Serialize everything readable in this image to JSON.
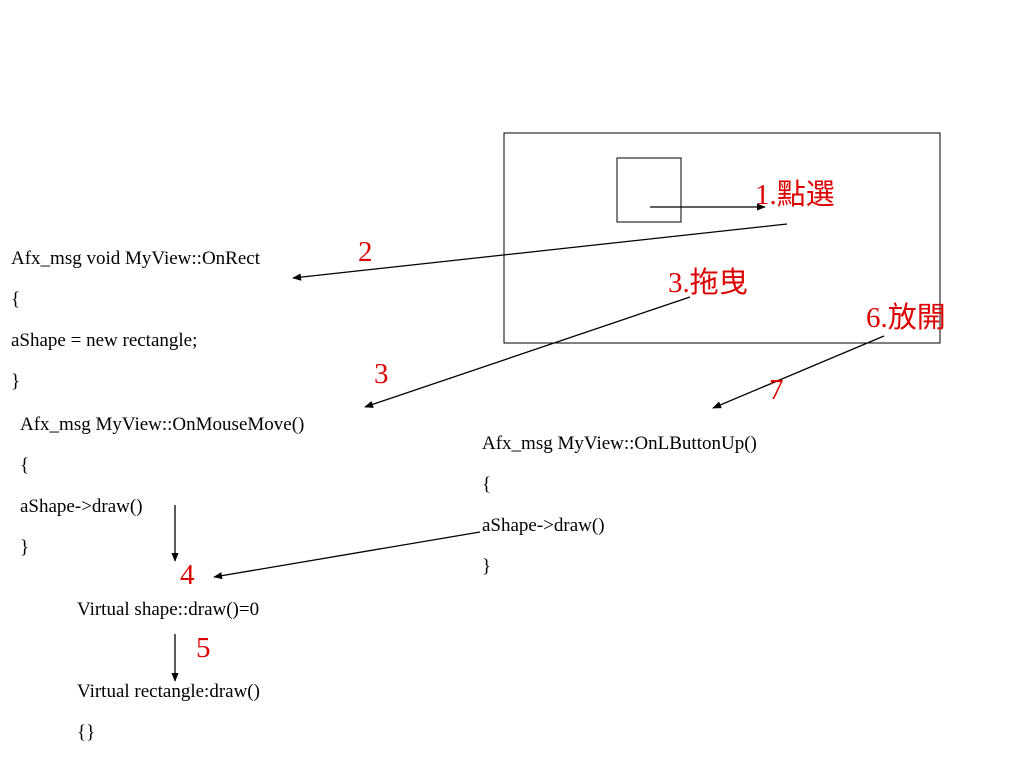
{
  "window_frame": {},
  "code": {
    "onrect": [
      "Afx_msg void MyView::OnRect",
      "{",
      "aShape = new rectangle;",
      "}"
    ],
    "onmousemove": [
      "Afx_msg MyView::OnMouseMove()",
      "{",
      "aShape->draw()",
      "}"
    ],
    "shape_draw": "Virtual shape::draw()=0",
    "rect_draw": [
      "Virtual rectangle:draw()",
      "{}"
    ],
    "onlbuttonup": [
      "Afx_msg MyView::OnLButtonUp()",
      "{",
      "aShape->draw()",
      "}"
    ]
  },
  "labels": {
    "click": "1.點選",
    "step2": "2",
    "drag": "3.拖曳",
    "step3": "3",
    "step4": "4",
    "step5": "5",
    "release": "6.放開",
    "step7": "7"
  },
  "colors": {
    "label": "#dd0000",
    "line": "#000000"
  }
}
